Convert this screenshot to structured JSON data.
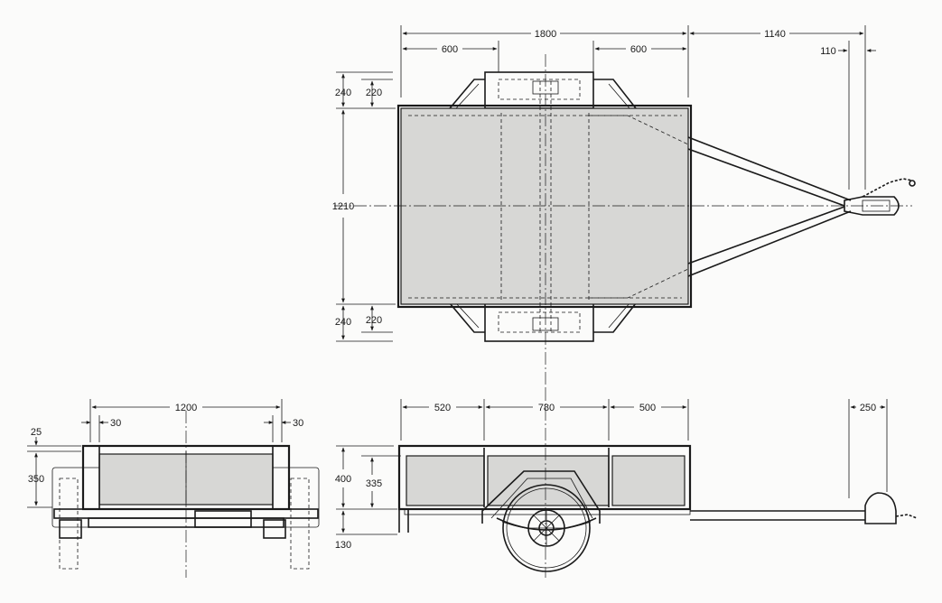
{
  "top_view": {
    "dims": {
      "overall_length": "1800",
      "drawbar": "1140",
      "left_offset": "600",
      "right_offset": "600",
      "coupler": "110",
      "width": "1210",
      "fender_top_outer": "240",
      "fender_top_inner": "220",
      "fender_bottom_outer": "240",
      "fender_bottom_inner": "220"
    }
  },
  "rear_view": {
    "dims": {
      "width": "1200",
      "left_post": "30",
      "right_post": "30",
      "rim": "25",
      "height": "350"
    }
  },
  "side_view": {
    "dims": {
      "front_section": "520",
      "mid_section": "780",
      "rear_section": "500",
      "jockey": "250",
      "side_height": "400",
      "panel_height": "335",
      "ground_clearance": "130"
    }
  }
}
